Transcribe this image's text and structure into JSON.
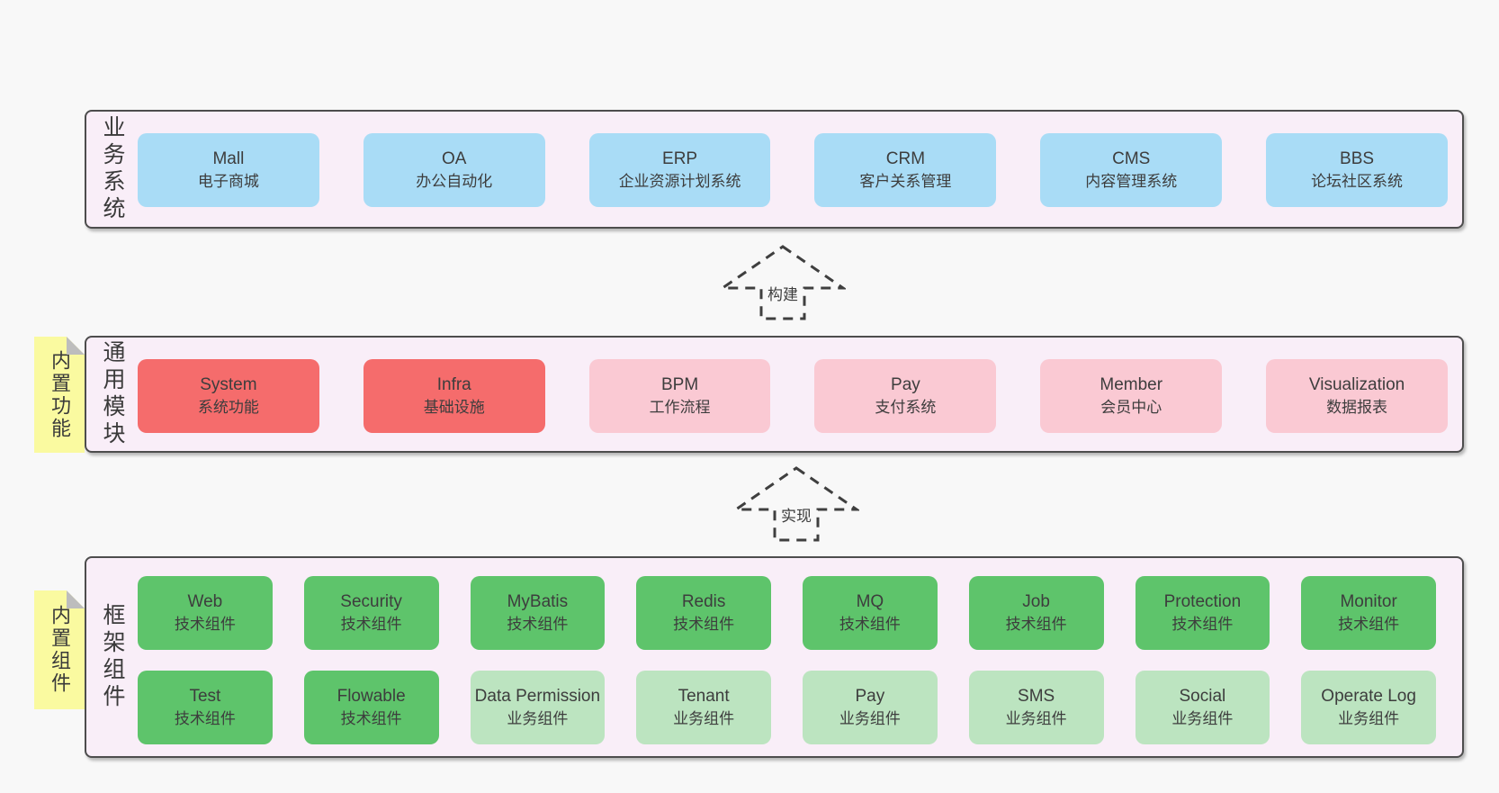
{
  "canvas": {
    "background": "#f8f8f8"
  },
  "colors": {
    "panel_bg": "#f9eef8",
    "panel_border": "#4d4d4d",
    "blue": "#a9dcf6",
    "red": "#f56c6c",
    "pink": "#fac9d3",
    "green": "#5ec46b",
    "light_green": "#bce4c0",
    "sticky_yellow": "#fafaa0",
    "sticky_fold": "#bdbdbd",
    "text": "#3d3d3d"
  },
  "arrows": {
    "build": "构建",
    "implement": "实现"
  },
  "sections": {
    "business": {
      "label": "业务系统",
      "boxes": [
        {
          "name": "Mall",
          "sub": "电子商城"
        },
        {
          "name": "OA",
          "sub": "办公自动化"
        },
        {
          "name": "ERP",
          "sub": "企业资源计划系统"
        },
        {
          "name": "CRM",
          "sub": "客户关系管理"
        },
        {
          "name": "CMS",
          "sub": "内容管理系统"
        },
        {
          "name": "BBS",
          "sub": "论坛社区系统"
        }
      ]
    },
    "modules": {
      "label": "通用模块",
      "sticky": "内置功能",
      "boxes": [
        {
          "name": "System",
          "sub": "系统功能"
        },
        {
          "name": "Infra",
          "sub": "基础设施"
        },
        {
          "name": "BPM",
          "sub": "工作流程"
        },
        {
          "name": "Pay",
          "sub": "支付系统"
        },
        {
          "name": "Member",
          "sub": "会员中心"
        },
        {
          "name": "Visualization",
          "sub": "数据报表"
        }
      ]
    },
    "components": {
      "label": "框架组件",
      "sticky": "内置组件",
      "row1": [
        {
          "name": "Web",
          "sub": "技术组件"
        },
        {
          "name": "Security",
          "sub": "技术组件"
        },
        {
          "name": "MyBatis",
          "sub": "技术组件"
        },
        {
          "name": "Redis",
          "sub": "技术组件"
        },
        {
          "name": "MQ",
          "sub": "技术组件"
        },
        {
          "name": "Job",
          "sub": "技术组件"
        },
        {
          "name": "Protection",
          "sub": "技术组件"
        },
        {
          "name": "Monitor",
          "sub": "技术组件"
        }
      ],
      "row2": [
        {
          "name": "Test",
          "sub": "技术组件"
        },
        {
          "name": "Flowable",
          "sub": "技术组件"
        },
        {
          "name": "Data Permission",
          "sub": "业务组件"
        },
        {
          "name": "Tenant",
          "sub": "业务组件"
        },
        {
          "name": "Pay",
          "sub": "业务组件"
        },
        {
          "name": "SMS",
          "sub": "业务组件"
        },
        {
          "name": "Social",
          "sub": "业务组件"
        },
        {
          "name": "Operate Log",
          "sub": "业务组件"
        }
      ]
    }
  }
}
